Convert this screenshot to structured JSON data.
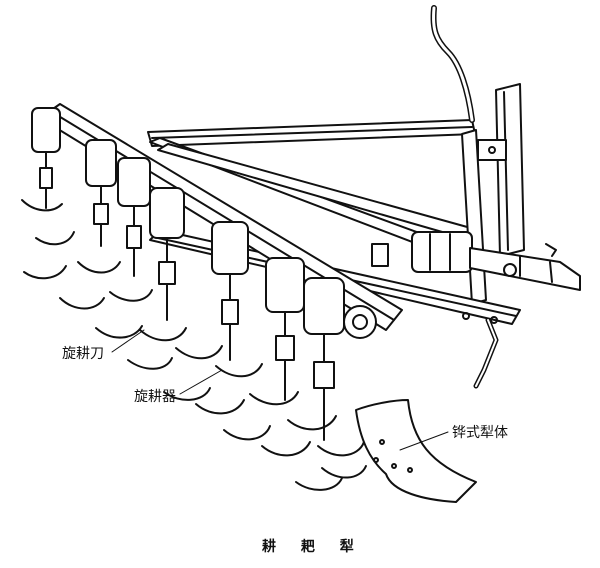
{
  "diagram": {
    "callouts": {
      "rotary_blade": "旋耕刀",
      "rotary_tiller": "旋耕器",
      "share_plow_body": "铧式犁体"
    },
    "caption": "耕 耙 犁"
  },
  "colors": {
    "ink": "#111111",
    "paper": "#ffffff"
  }
}
